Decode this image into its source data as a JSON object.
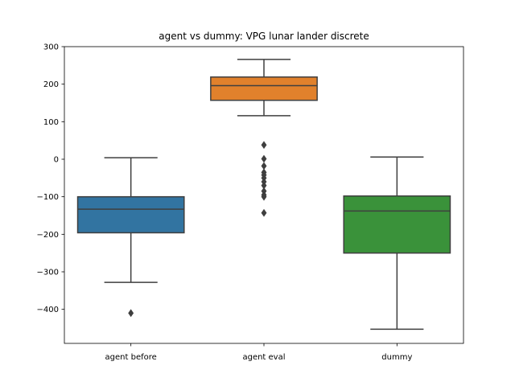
{
  "chart_data": {
    "type": "box",
    "title": "agent vs dummy: VPG lunar lander discrete",
    "xlabel": "",
    "ylabel": "",
    "ylim": [
      -490,
      300
    ],
    "yticks": [
      300,
      200,
      100,
      0,
      -100,
      -200,
      -300,
      -400
    ],
    "grid": false,
    "categories": [
      "agent before",
      "agent eval",
      "dummy"
    ],
    "boxes": [
      {
        "category": "agent before",
        "color": "#3274a1",
        "whisker_low": -328,
        "q1": -196,
        "median": -133,
        "q3": -100,
        "whisker_high": 4,
        "outliers": [
          -410
        ]
      },
      {
        "category": "agent eval",
        "color": "#e1812c",
        "whisker_low": 116,
        "q1": 157,
        "median": 196,
        "q3": 219,
        "whisker_high": 266,
        "outliers": [
          38,
          1,
          -18,
          -35,
          -42,
          -50,
          -60,
          -70,
          -85,
          -95,
          -100,
          -143
        ]
      },
      {
        "category": "dummy",
        "color": "#3a923a",
        "whisker_low": -453,
        "q1": -250,
        "median": -138,
        "q3": -98,
        "whisker_high": 6,
        "outliers": []
      }
    ]
  }
}
